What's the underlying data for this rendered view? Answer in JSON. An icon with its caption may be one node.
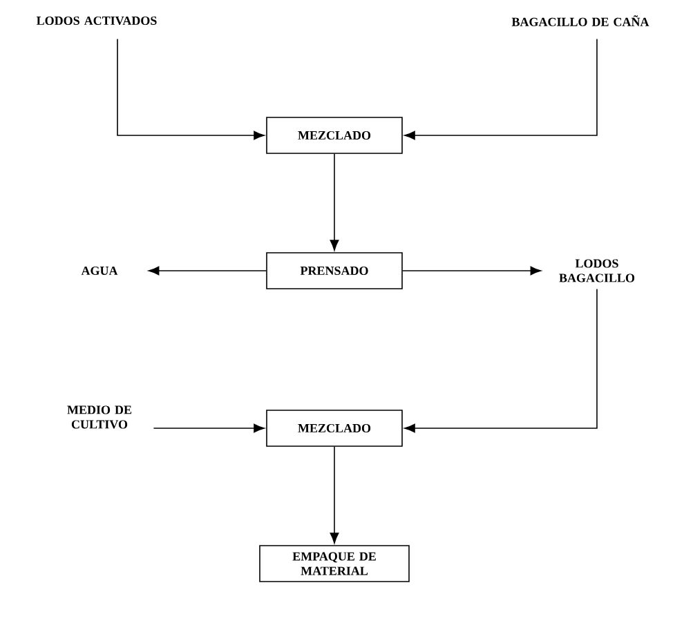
{
  "diagram": {
    "nodes": [
      {
        "text": [
          "LODOS ACTIVADOS"
        ]
      },
      {
        "text": [
          "BAGACILLO DE CAÑA"
        ]
      },
      {
        "text": [
          "MEZCLADO"
        ]
      },
      {
        "text": [
          "PRENSADO"
        ]
      },
      {
        "text": [
          "AGUA"
        ]
      },
      {
        "text": [
          "LODOS BAGACILLO"
        ]
      },
      {
        "text": [
          "MEDIO DE CULTIVO"
        ]
      },
      {
        "text": [
          "MEZCLADO"
        ]
      },
      {
        "text": [
          "EMPAQUE DE MATERIAL"
        ]
      }
    ],
    "edges": [
      {
        "from": 0,
        "to": 2,
        "arrow": "to"
      },
      {
        "from": 1,
        "to": 2,
        "arrow": "to"
      },
      {
        "from": 2,
        "to": 3,
        "arrow": "to"
      },
      {
        "from": 3,
        "to": 4,
        "arrow": "to"
      },
      {
        "from": 3,
        "to": 5,
        "arrow": "to"
      },
      {
        "from": 5,
        "to": 7,
        "arrow": "to"
      },
      {
        "from": 6,
        "to": 7,
        "arrow": "to"
      },
      {
        "from": 7,
        "to": 8,
        "arrow": "to"
      }
    ]
  }
}
